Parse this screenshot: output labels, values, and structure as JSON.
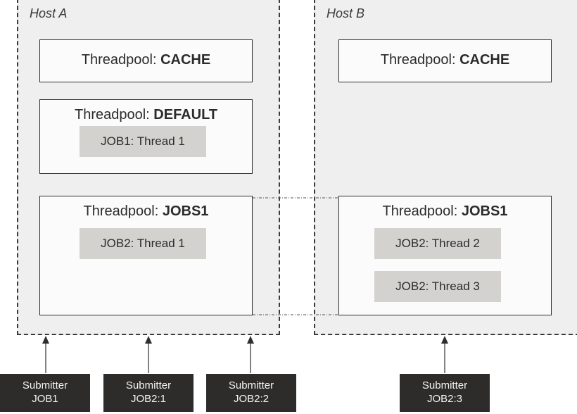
{
  "hosts": [
    {
      "label": "Host A"
    },
    {
      "label": "Host B"
    }
  ],
  "pools": [
    {
      "prefix": "Threadpool: ",
      "name": "CACHE"
    },
    {
      "prefix": "Threadpool: ",
      "name": "DEFAULT"
    },
    {
      "prefix": "Threadpool: ",
      "name": "JOBS1"
    },
    {
      "prefix": "Threadpool: ",
      "name": "CACHE"
    },
    {
      "prefix": "Threadpool: ",
      "name": "JOBS1"
    }
  ],
  "threads": [
    {
      "label": "JOB1: Thread 1"
    },
    {
      "label": "JOB2: Thread 1"
    },
    {
      "label": "JOB2: Thread 2"
    },
    {
      "label": "JOB2: Thread 3"
    }
  ],
  "submitters": [
    {
      "line1": "Submitter",
      "line2": "JOB1"
    },
    {
      "line1": "Submitter",
      "line2": "JOB2:1"
    },
    {
      "line1": "Submitter",
      "line2": "JOB2:2"
    },
    {
      "line1": "Submitter",
      "line2": "JOB2:3"
    }
  ],
  "colors": {
    "host_background": "#efefef",
    "pool_background": "#fbfbfb",
    "thread_background": "#d4d2cf",
    "submitter_background": "#2e2c2a",
    "submitter_text": "#f3f3f3"
  }
}
